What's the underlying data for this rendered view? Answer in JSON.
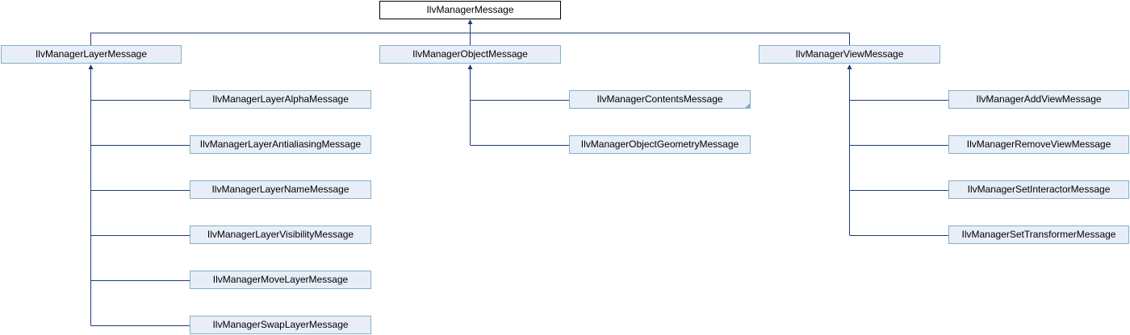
{
  "diagram": {
    "root": {
      "label": "IlvManagerMessage"
    },
    "groups": [
      {
        "label": "IlvManagerLayerMessage",
        "children": [
          "IlvManagerLayerAlphaMessage",
          "IlvManagerLayerAntialiasingMessage",
          "IlvManagerLayerNameMessage",
          "IlvManagerLayerVisibilityMessage",
          "IlvManagerMoveLayerMessage",
          "IlvManagerSwapLayerMessage"
        ]
      },
      {
        "label": "IlvManagerObjectMessage",
        "children": [
          "IlvManagerContentsMessage",
          "IlvManagerObjectGeometryMessage"
        ]
      },
      {
        "label": "IlvManagerViewMessage",
        "children": [
          "IlvManagerAddViewMessage",
          "IlvManagerRemoveViewMessage",
          "IlvManagerSetInteractorMessage",
          "IlvManagerSetTransformerMessage"
        ]
      }
    ],
    "colors": {
      "node_fill": "#e8eef7",
      "node_border": "#84b0c7",
      "edge": "#1f3b7a",
      "root_fill": "#ffffff"
    }
  }
}
